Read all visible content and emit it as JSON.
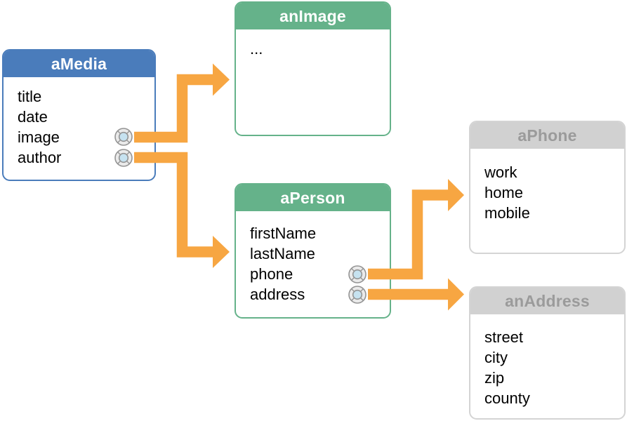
{
  "figure": {
    "description": "Object graph diagram: a media object referencing an image object and a person object; the person references a phone object and an address object",
    "colors": {
      "blue": "#4A7CBB",
      "green": "#65B28A",
      "gray_header": "#D1D1D1",
      "gray_border": "#D4D4D4",
      "gray_text": "#9B9B9B",
      "orange": "#F7A642",
      "text": "#000000",
      "header_text": "#FFFFFF",
      "icon_ring": "#EAEAEA",
      "icon_center": "#C6E2F0",
      "icon_stroke": "#949494"
    },
    "entities": [
      {
        "title": "aMedia",
        "theme": "blue",
        "fields": [
          "title",
          "date",
          "image",
          "author"
        ],
        "connector_fields": [
          "image",
          "author"
        ]
      },
      {
        "title": "anImage",
        "theme": "green",
        "fields": [
          "..."
        ],
        "connector_fields": []
      },
      {
        "title": "aPerson",
        "theme": "green",
        "fields": [
          "firstName",
          "lastName",
          "phone",
          "address"
        ],
        "connector_fields": [
          "phone",
          "address"
        ]
      },
      {
        "title": "aPhone",
        "theme": "gray",
        "fields": [
          "work",
          "home",
          "mobile"
        ],
        "connector_fields": []
      },
      {
        "title": "anAddress",
        "theme": "gray",
        "fields": [
          "street",
          "city",
          "zip",
          "county"
        ],
        "connector_fields": []
      }
    ],
    "relationships": [
      {
        "from": "aMedia.image",
        "to": "anImage"
      },
      {
        "from": "aMedia.author",
        "to": "aPerson"
      },
      {
        "from": "aPerson.phone",
        "to": "aPhone"
      },
      {
        "from": "aPerson.address",
        "to": "anAddress"
      }
    ]
  }
}
